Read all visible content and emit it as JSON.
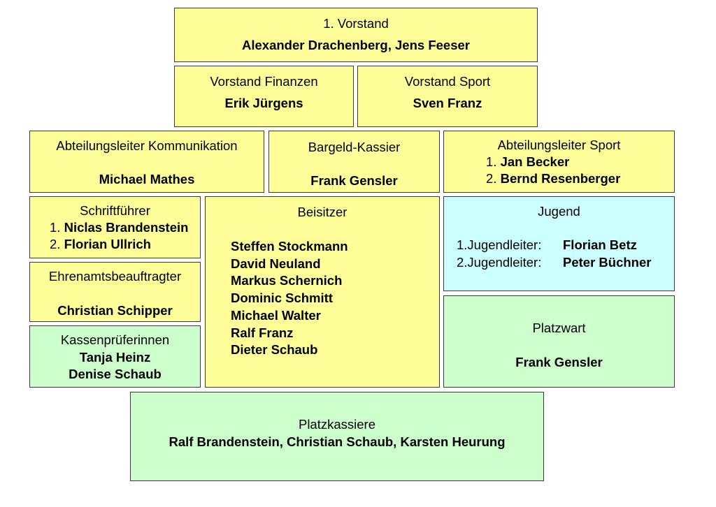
{
  "vorstand1": {
    "title": "1. Vorstand",
    "names": "Alexander Drachenberg, Jens Feeser"
  },
  "finanzen": {
    "title": "Vorstand Finanzen",
    "name": "Erik Jürgens"
  },
  "sport": {
    "title": "Vorstand Sport",
    "name": "Sven Franz"
  },
  "kommunikation": {
    "title": "Abteilungsleiter Kommunikation",
    "name": "Michael Mathes"
  },
  "kassier": {
    "title": "Bargeld-Kassier",
    "name": "Frank Gensler"
  },
  "abt_sport": {
    "title": "Abteilungsleiter Sport",
    "items": [
      {
        "num": "1.",
        "name": "Jan Becker"
      },
      {
        "num": "2.",
        "name": "Bernd Resenberger"
      }
    ]
  },
  "schrift": {
    "title": "Schriftführer",
    "items": [
      {
        "num": "1.",
        "name": "Niclas Brandenstein"
      },
      {
        "num": "2.",
        "name": "Florian Ullrich"
      }
    ]
  },
  "beisitzer": {
    "title": "Beisitzer",
    "names": [
      "Steffen Stockmann",
      "David Neuland",
      "Markus Schernich",
      "Dominic Schmitt",
      "Michael Walter",
      "Ralf Franz",
      "Dieter Schaub"
    ]
  },
  "jugend": {
    "title": "Jugend",
    "items": [
      {
        "label": "1.Jugendleiter:",
        "name": "Florian Betz"
      },
      {
        "label": "2.Jugendleiter:",
        "name": "Peter Büchner"
      }
    ]
  },
  "ehrenamt": {
    "title": "Ehrenamtsbeauftragter",
    "name": "Christian Schipper"
  },
  "kassenpruef": {
    "title": "Kassenprüferinnen",
    "names": [
      "Tanja Heinz",
      "Denise Schaub"
    ]
  },
  "platzwart": {
    "title": "Platzwart",
    "name": "Frank Gensler"
  },
  "platzkassiere": {
    "title": "Platzkassiere",
    "names": "Ralf Brandenstein, Christian Schaub, Karsten Heurung"
  },
  "colors": {
    "yellow": "#ffff99",
    "green": "#ccffcc",
    "blue": "#ccffff"
  }
}
